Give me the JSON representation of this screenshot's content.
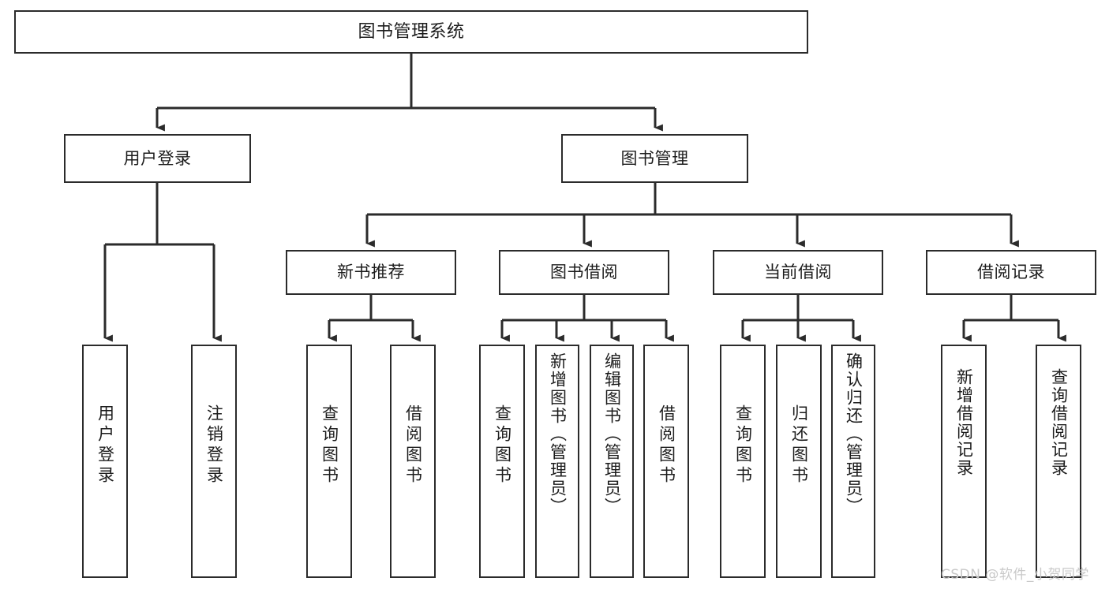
{
  "diagram": {
    "title": "图书管理系统",
    "type": "tree",
    "colors": {
      "box_border": "#2b2b2b",
      "box_fill": "#ffffff",
      "edge": "#2b2b2b",
      "text": "#1c1c1c",
      "watermark": "#c9c9c9",
      "background": "#ffffff"
    },
    "root": {
      "label": "图书管理系统"
    },
    "level2": [
      {
        "label": "用户登录"
      },
      {
        "label": "图书管理"
      }
    ],
    "level3": [
      {
        "label": "新书推荐"
      },
      {
        "label": "图书借阅"
      },
      {
        "label": "当前借阅"
      },
      {
        "label": "借阅记录"
      }
    ],
    "leaves": {
      "user_login": [
        {
          "label": "用户登录"
        },
        {
          "label": "注销登录"
        }
      ],
      "new_book": [
        {
          "label": "查询图书"
        },
        {
          "label": "借阅图书"
        }
      ],
      "book_borrow": [
        {
          "label": "查询图书"
        },
        {
          "label": "新增图书（管理员）"
        },
        {
          "label": "编辑图书（管理员）"
        },
        {
          "label": "借阅图书"
        }
      ],
      "current_borrow": [
        {
          "label": "查询图书"
        },
        {
          "label": "归还图书"
        },
        {
          "label": "确认归还（管理员）"
        }
      ],
      "borrow_record": [
        {
          "label": "新增借阅记录"
        },
        {
          "label": "查询借阅记录"
        }
      ]
    },
    "watermark": "CSDN @软件_小贺同学"
  }
}
